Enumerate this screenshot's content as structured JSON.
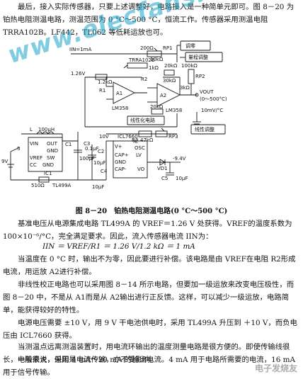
{
  "text": {
    "p1": "最后，接入实际传感器，只要上述调整好，电路接入是一种简单元即可。图 8－20 为铂热电阻测温电路，测温范围为 0 °C～500 °C，恒流工作。传感器采用测温电阻 TRRA102B。LF442，TL062 等低耗运放也可。",
    "caption": "图 8－20　铂热电阻测温电路(0 °C～500 °C)",
    "p2": "基准电压从电源集成电路 TL499A 的 VREF＝1.26 V 处获得。VREF的温度系数为 100×10⁻⁶/°C，完全满足要求。因此，流入传感器电流 IIN为：",
    "eq": "IIN ＝ VREF/R1 ＝ 1.26 V/1.2 kΩ ＝ 1 mA",
    "p3": "当温度在 0 °C 时，输出不为零，因此要进行补偿。该电路是由 VREF在电阻 R2形成电流，用运放 A2进行补偿。",
    "p4": "非线性校正电路也可以采用图 8－14 所示电路，但要加一级运放来改变电压极性，而图 8－20 中，不是从 A1而是从 A2输出进行正反馈。这样，可以减少一级运放，电路简单，能获得较好的特性。",
    "p5": "电源电压需要 ±10 V，用 9 V 干电池供电时，采用 TL499A 升压到 ＋10 V，而负电压由 ICL7660 获得。",
    "p6": "当测温点远离测温装置时，用电流环输出的温度测量电路是很方便的。即使传输线很长，电阻很大，但因是电流传输，亦不受影响。",
    "p7": "一般来说，采用 4 mA～20 mA 的输出电流。4 mA 用于电路所需要的电流，16 mA 用于信号传输。"
  },
  "watermark": {
    "main": "www.elecfans.com",
    "corner": "电子发烧友"
  },
  "schematic": {
    "iin": "IIN=1mA",
    "r_top": "200Ω",
    "rp1": "RP1",
    "zero_adj": "调零",
    "range_adj": "量程调整",
    "r_10k": "10kΩ",
    "r_20k": "20kΩ",
    "r_1k": "1kΩ",
    "r_100k": "100kΩ",
    "rp2": "RP2",
    "trra": "TRRA102B",
    "r2": "R2",
    "r_30k": "30kΩ",
    "v126": "1.26V",
    "r1": "R1",
    "r1_val": "1.2kΩ",
    "a1": "A1",
    "lm358a": "LM358",
    "r_20k_b": "20kΩ",
    "r_3k": "3kΩ",
    "a2": "A2",
    "vout": "VOUT",
    "vout_range": "(0～500°C)",
    "lm358b": "LM358",
    "scale": "10mV/°C",
    "lin_circuit": "线性化电路",
    "r3": "R3",
    "r3_val": "47kΩ",
    "rp3": "RP3",
    "lin_adj": "线性调整",
    "l": "L",
    "l_val": "100μH",
    "v10": "10V",
    "vin": "VIN",
    "out": "OUT",
    "gnd": "GND",
    "sw": "SW",
    "vref": "VREF",
    "cc": "CC",
    "gnd2": "GND",
    "ic1": "IC1",
    "r_510": "510Ω",
    "tl499": "TL499A",
    "s": "S",
    "bat": "9V",
    "c1": "C1",
    "c1v": "100μF",
    "c3": "C3",
    "c3v": "0.1μF",
    "c2": "C2",
    "c2v": "10μF",
    "c4": "C4",
    "c4v": "10μF",
    "icl": "ICL7660",
    "v_plus": "V+",
    "cap_p": "CAP+",
    "gnd3": "GND",
    "cap_m": "CAP-",
    "osc": "OSC",
    "ic": "IC",
    "lv": "LV",
    "vo": "VO",
    "v94": "-9.4V",
    "vd1": "VD1",
    "c10": "10μF",
    "c5": "C5"
  }
}
